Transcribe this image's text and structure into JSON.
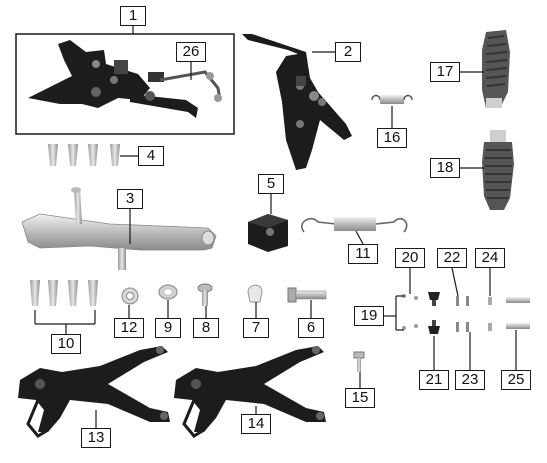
{
  "diagram": {
    "callouts": [
      {
        "id": "1",
        "text": "1"
      },
      {
        "id": "2",
        "text": "2"
      },
      {
        "id": "3",
        "text": "3"
      },
      {
        "id": "4",
        "text": "4"
      },
      {
        "id": "5",
        "text": "5"
      },
      {
        "id": "6",
        "text": "6"
      },
      {
        "id": "7",
        "text": "7"
      },
      {
        "id": "8",
        "text": "8"
      },
      {
        "id": "9",
        "text": "9"
      },
      {
        "id": "10",
        "text": "10"
      },
      {
        "id": "11",
        "text": "11"
      },
      {
        "id": "12",
        "text": "12"
      },
      {
        "id": "13",
        "text": "13"
      },
      {
        "id": "14",
        "text": "14"
      },
      {
        "id": "15",
        "text": "15"
      },
      {
        "id": "16",
        "text": "16"
      },
      {
        "id": "17",
        "text": "17"
      },
      {
        "id": "18",
        "text": "18"
      },
      {
        "id": "19",
        "text": "19"
      },
      {
        "id": "20",
        "text": "20"
      },
      {
        "id": "21",
        "text": "21"
      },
      {
        "id": "22",
        "text": "22"
      },
      {
        "id": "23",
        "text": "23"
      },
      {
        "id": "24",
        "text": "24"
      },
      {
        "id": "25",
        "text": "25"
      },
      {
        "id": "26",
        "text": "26"
      }
    ],
    "colors": {
      "line": "#1a1a1a",
      "part_dark": "#1c1c1c",
      "part_metal": "#bfbfbf",
      "part_light": "#e2e2e2",
      "background": "#ffffff"
    }
  }
}
